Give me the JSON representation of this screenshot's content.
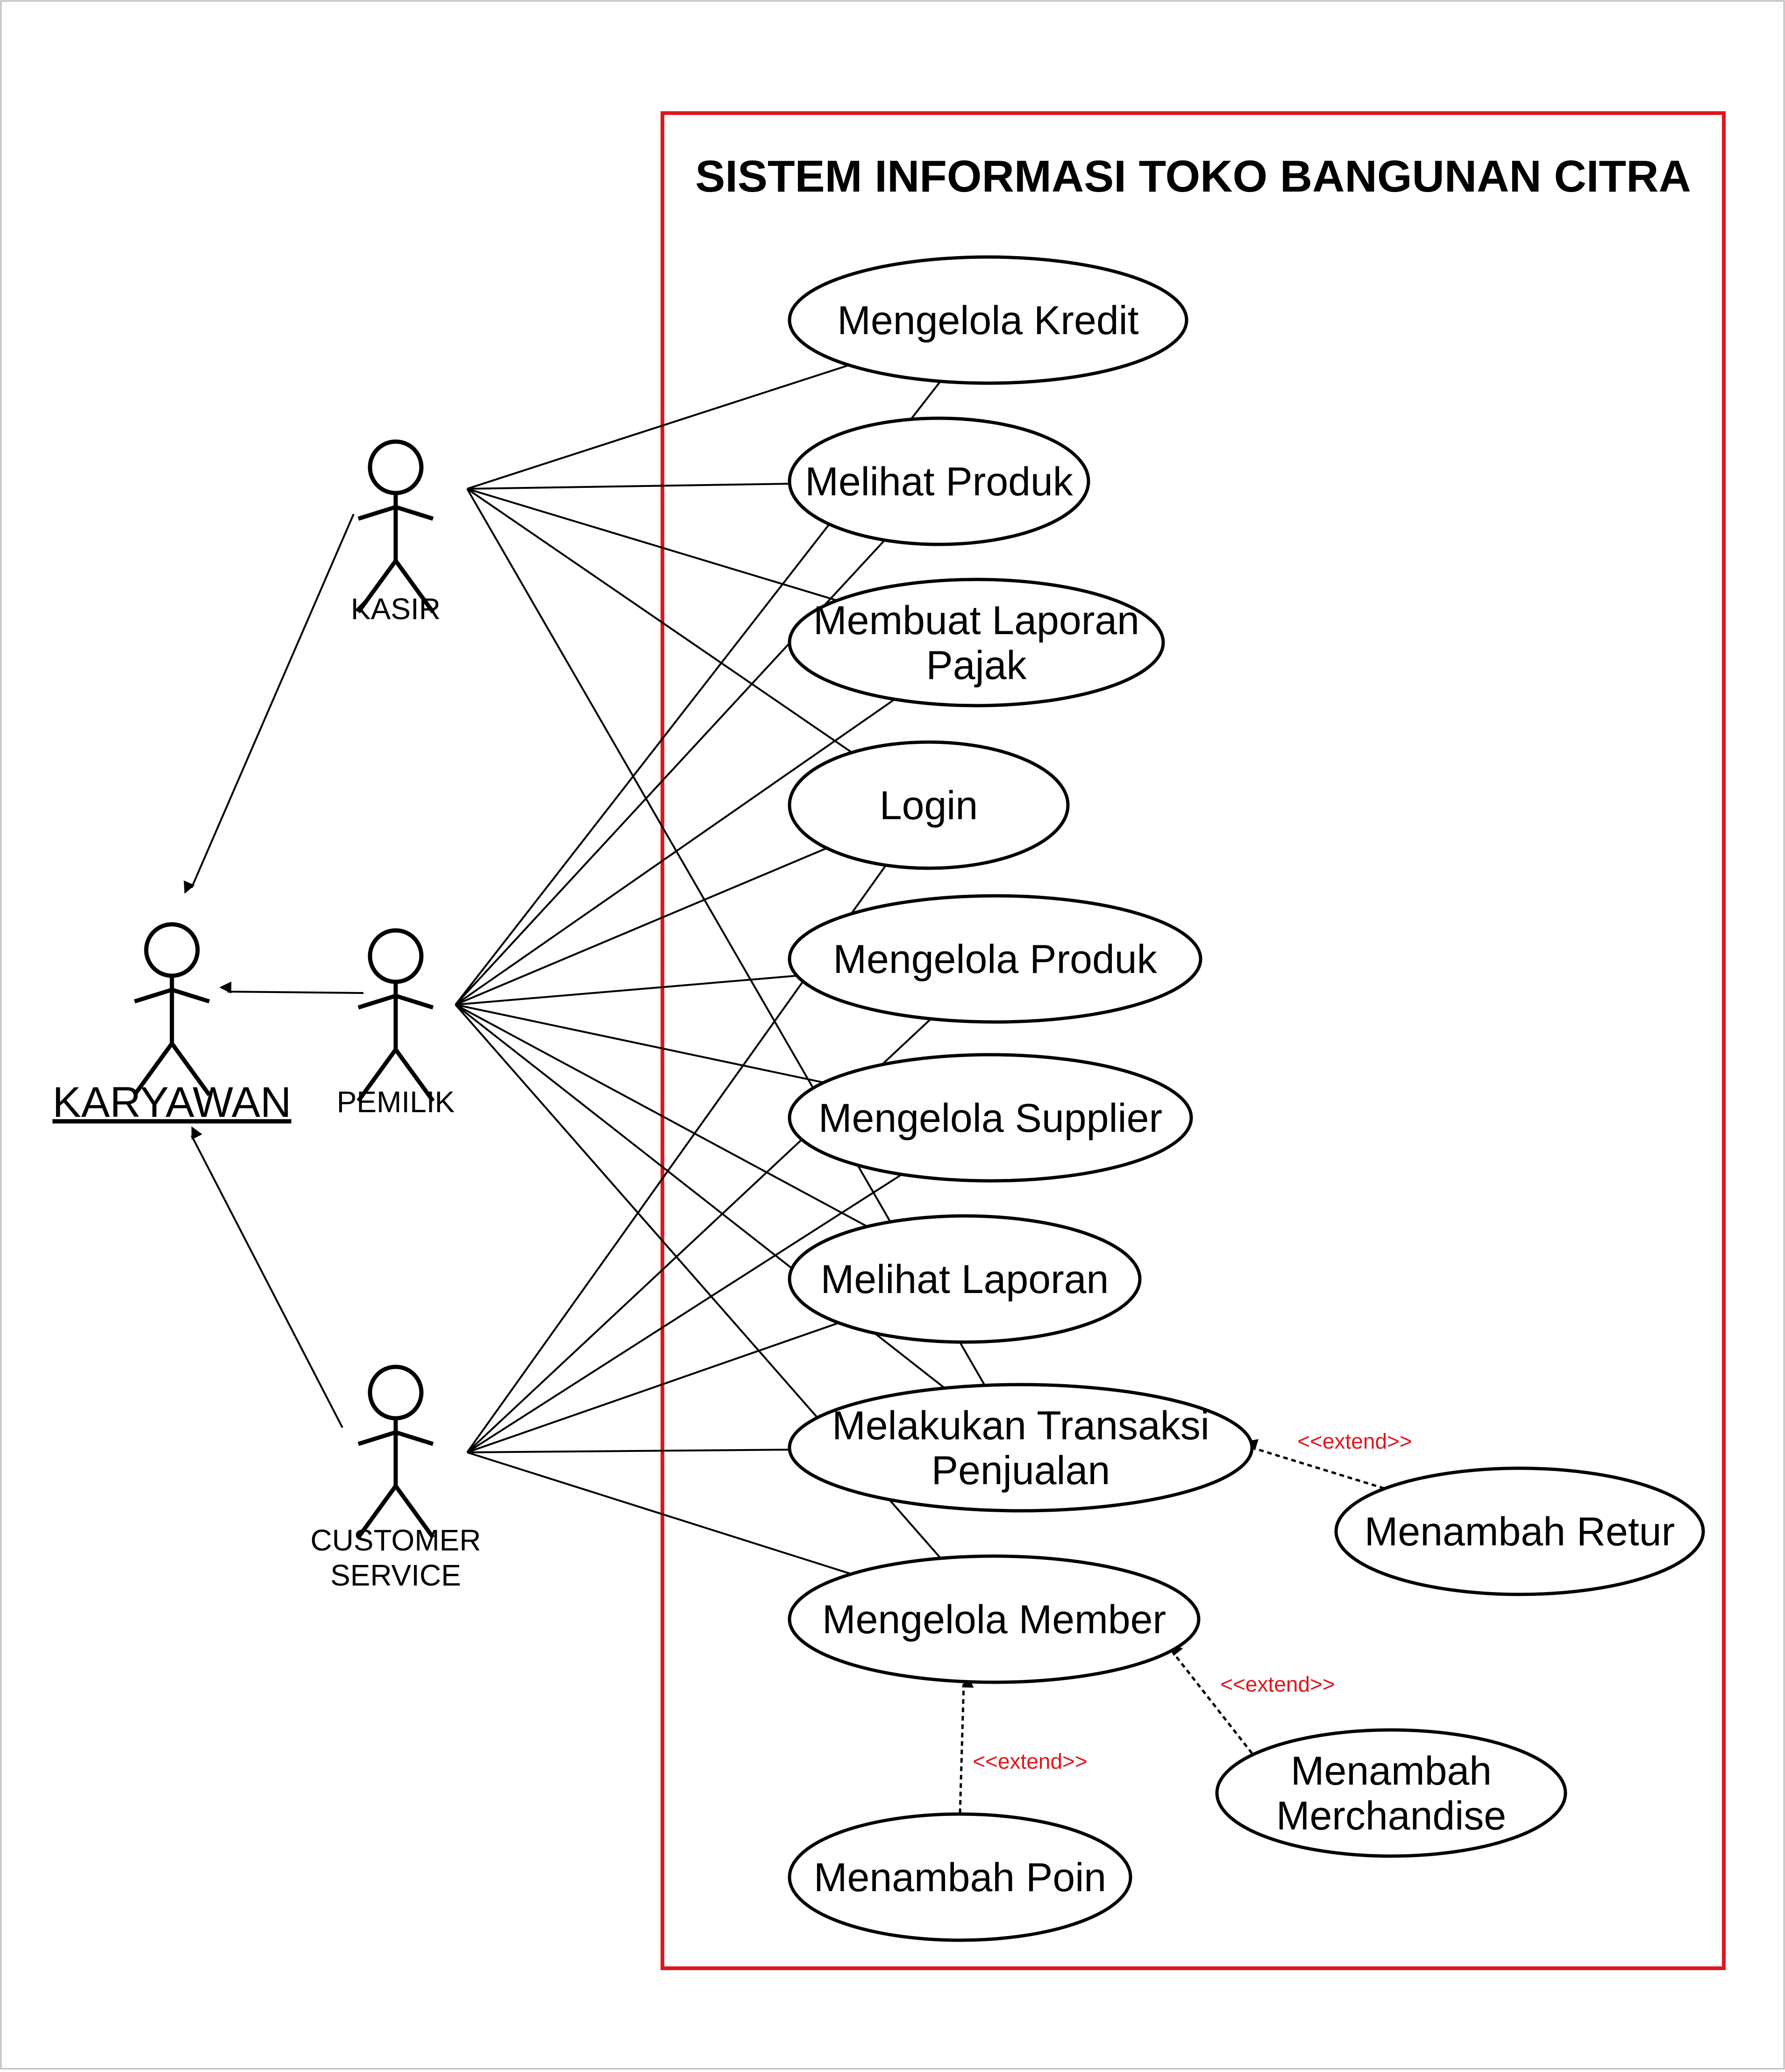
{
  "diagram": {
    "title": "SISTEM INFORMASI TOKO BANGUNAN CITRA",
    "colors": {
      "boundary": "#e0161d",
      "extend_label": "#e0161d",
      "line": "#000000",
      "background": "#ffffff"
    },
    "actors": {
      "kasir": {
        "label_lines": [
          "KASIR"
        ]
      },
      "pemilik": {
        "label_lines": [
          "PEMILIK"
        ]
      },
      "customer_service": {
        "label_lines": [
          "CUSTOMER",
          "SERVICE"
        ]
      },
      "karyawan": {
        "label_lines": [
          "KARYAWAN"
        ]
      }
    },
    "use_cases": {
      "mengelola_kredit": {
        "label_lines": [
          "Mengelola Kredit"
        ]
      },
      "melihat_produk": {
        "label_lines": [
          "Melihat Produk"
        ]
      },
      "membuat_laporan_pajak": {
        "label_lines": [
          "Membuat Laporan",
          "Pajak"
        ]
      },
      "login": {
        "label_lines": [
          "Login"
        ]
      },
      "mengelola_produk": {
        "label_lines": [
          "Mengelola Produk"
        ]
      },
      "mengelola_supplier": {
        "label_lines": [
          "Mengelola Supplier"
        ]
      },
      "melihat_laporan": {
        "label_lines": [
          "Melihat Laporan"
        ]
      },
      "melakukan_transaksi_penjualan": {
        "label_lines": [
          "Melakukan Transaksi",
          "Penjualan"
        ]
      },
      "mengelola_member": {
        "label_lines": [
          "Mengelola Member"
        ]
      },
      "menambah_retur": {
        "label_lines": [
          "Menambah Retur"
        ]
      },
      "menambah_merchandise": {
        "label_lines": [
          "Menambah",
          "Merchandise"
        ]
      },
      "menambah_poin": {
        "label_lines": [
          "Menambah Poin"
        ]
      }
    },
    "generalizations": [
      {
        "from": "kasir",
        "to": "karyawan"
      },
      {
        "from": "pemilik",
        "to": "karyawan"
      },
      {
        "from": "customer_service",
        "to": "karyawan"
      }
    ],
    "associations": [
      {
        "actor": "kasir",
        "use_case": "mengelola_kredit"
      },
      {
        "actor": "kasir",
        "use_case": "melihat_produk"
      },
      {
        "actor": "kasir",
        "use_case": "membuat_laporan_pajak"
      },
      {
        "actor": "kasir",
        "use_case": "login"
      },
      {
        "actor": "kasir",
        "use_case": "melakukan_transaksi_penjualan"
      },
      {
        "actor": "pemilik",
        "use_case": "mengelola_kredit"
      },
      {
        "actor": "pemilik",
        "use_case": "melihat_produk"
      },
      {
        "actor": "pemilik",
        "use_case": "membuat_laporan_pajak"
      },
      {
        "actor": "pemilik",
        "use_case": "login"
      },
      {
        "actor": "pemilik",
        "use_case": "mengelola_produk"
      },
      {
        "actor": "pemilik",
        "use_case": "mengelola_supplier"
      },
      {
        "actor": "pemilik",
        "use_case": "melihat_laporan"
      },
      {
        "actor": "pemilik",
        "use_case": "melakukan_transaksi_penjualan"
      },
      {
        "actor": "pemilik",
        "use_case": "mengelola_member"
      },
      {
        "actor": "customer_service",
        "use_case": "login"
      },
      {
        "actor": "customer_service",
        "use_case": "mengelola_produk"
      },
      {
        "actor": "customer_service",
        "use_case": "mengelola_supplier"
      },
      {
        "actor": "customer_service",
        "use_case": "melihat_laporan"
      },
      {
        "actor": "customer_service",
        "use_case": "melakukan_transaksi_penjualan"
      },
      {
        "actor": "customer_service",
        "use_case": "mengelola_member"
      }
    ],
    "extends": [
      {
        "from": "menambah_retur",
        "to": "melakukan_transaksi_penjualan",
        "label": "<<extend>>"
      },
      {
        "from": "menambah_merchandise",
        "to": "mengelola_member",
        "label": "<<extend>>"
      },
      {
        "from": "menambah_poin",
        "to": "mengelola_member",
        "label": "<<extend>>"
      }
    ]
  }
}
